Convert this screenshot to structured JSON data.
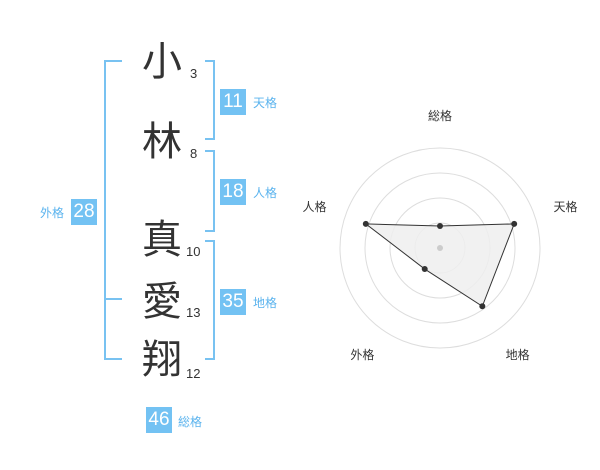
{
  "name": {
    "characters": [
      {
        "char": "小",
        "strokes": "3"
      },
      {
        "char": "林",
        "strokes": "8"
      },
      {
        "char": "真",
        "strokes": "10"
      },
      {
        "char": "愛",
        "strokes": "13"
      },
      {
        "char": "翔",
        "strokes": "12"
      }
    ]
  },
  "fortunes": {
    "tenkaku": {
      "label": "天格",
      "value": "11"
    },
    "jinkaku": {
      "label": "人格",
      "value": "18"
    },
    "chikaku": {
      "label": "地格",
      "value": "35"
    },
    "gaikaku": {
      "label": "外格",
      "value": "28"
    },
    "soukaku": {
      "label": "総格",
      "value": "46"
    }
  },
  "colors": {
    "accent": "#73c2f3",
    "bracket": "#78c2f1",
    "radar_fill": "#eeeeee",
    "radar_line": "#333333"
  },
  "chart_data": {
    "type": "radar",
    "axes": [
      "総格",
      "天格",
      "地格",
      "外格",
      "人格"
    ],
    "values": [
      0.22,
      0.78,
      0.72,
      0.26,
      0.78
    ],
    "max": 1,
    "rings": 4
  }
}
